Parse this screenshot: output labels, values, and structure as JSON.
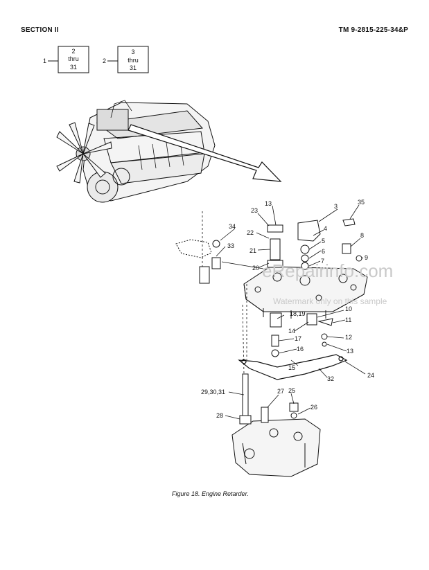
{
  "header": {
    "section": "SECTION II",
    "tm_number": "TM 9-2815-225-34&P"
  },
  "index_boxes": [
    {
      "callout": "1",
      "line1": "2",
      "line2": "thru",
      "line3": "31"
    },
    {
      "callout": "2",
      "line1": "3",
      "line2": "thru",
      "line3": "31"
    }
  ],
  "callouts": {
    "c3": "3",
    "c4": "4",
    "c5": "5",
    "c6": "6",
    "c7": "7",
    "c8": "8",
    "c9": "9",
    "c10": "10",
    "c11": "11",
    "c12": "12",
    "c13": "13",
    "c13b": "13",
    "c14": "14",
    "c15": "15",
    "c16": "16",
    "c17": "17",
    "c18_19": "18,19",
    "c20": "20",
    "c21": "21",
    "c22": "22",
    "c23": "23",
    "c24": "24",
    "c25": "25",
    "c26": "26",
    "c27": "27",
    "c28": "28",
    "c29_31": "29,30,31",
    "c32": "32",
    "c33": "33",
    "c34": "34",
    "c35": "35"
  },
  "watermark": {
    "site": "eRepairinfo.com",
    "note": "Watermark only on this sample"
  },
  "caption": "Figure 18.  Engine Retarder."
}
